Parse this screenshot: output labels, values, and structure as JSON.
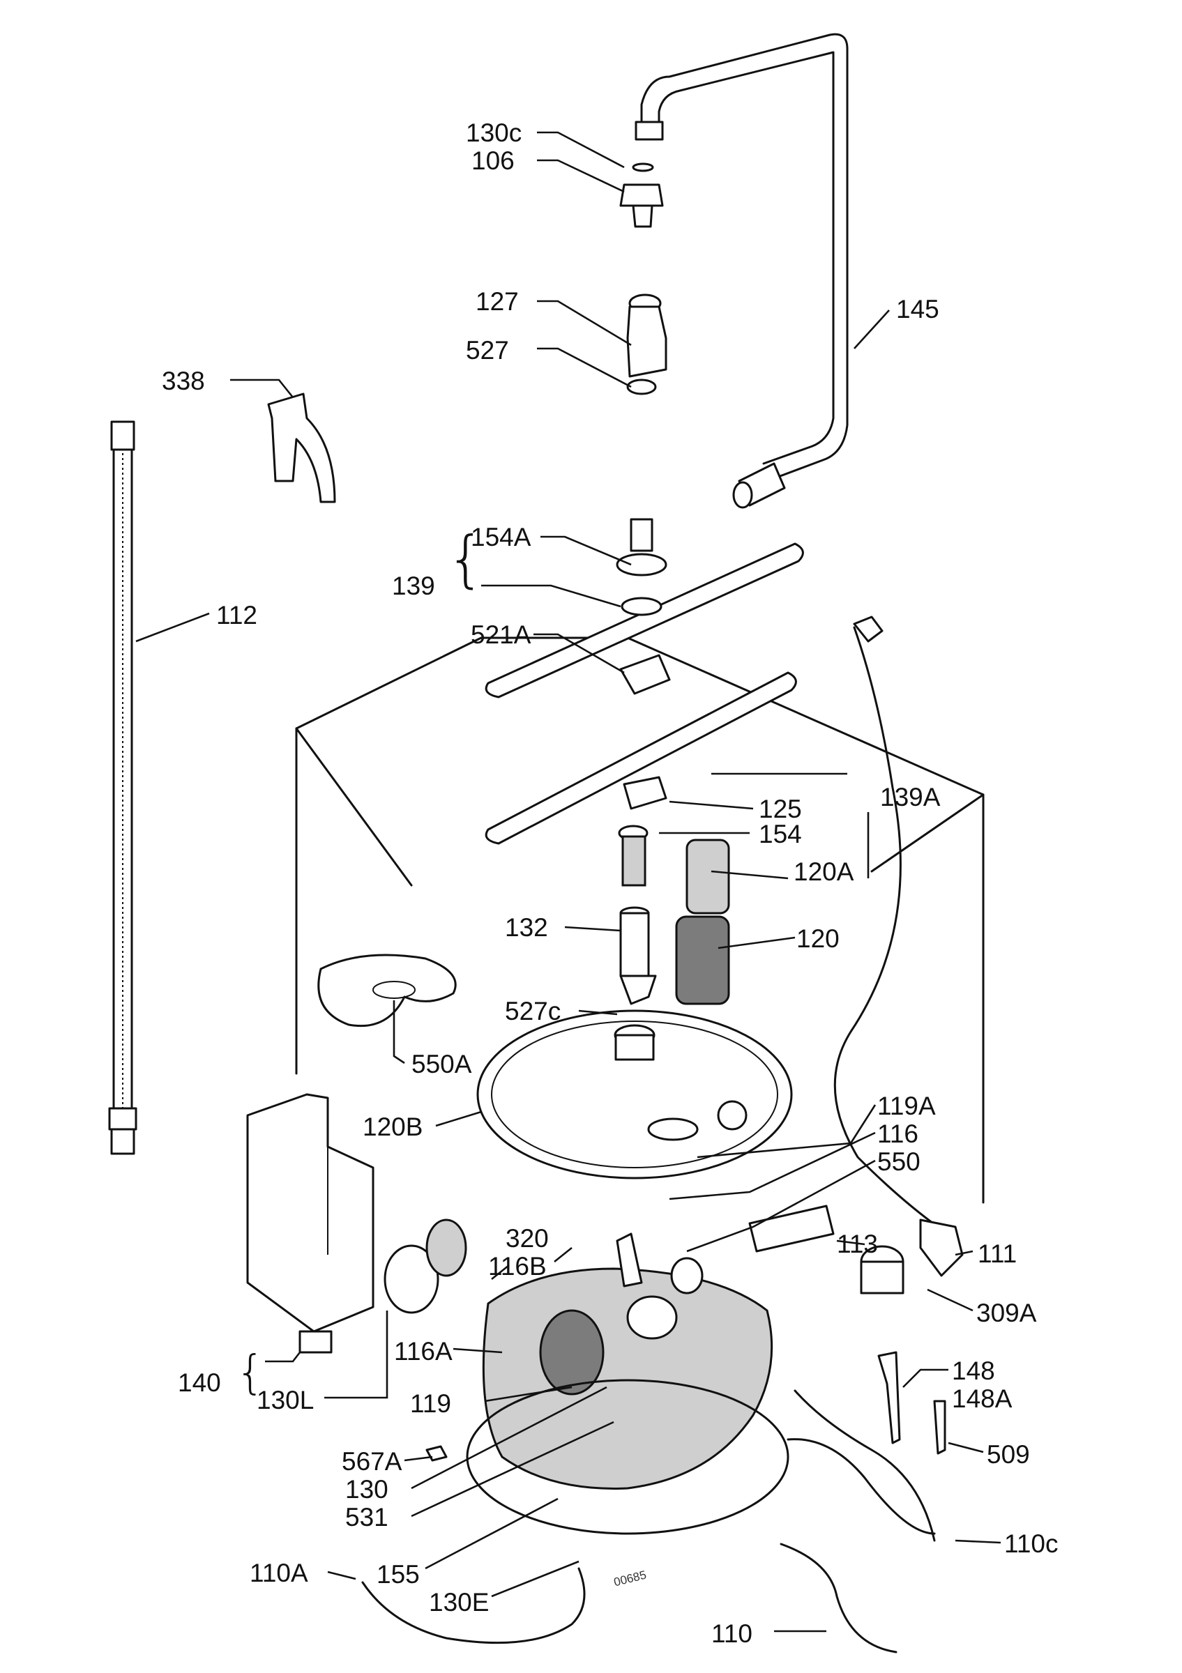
{
  "labels": {
    "l130c": "130c",
    "l106": "106",
    "l127": "127",
    "l527": "527",
    "l145": "145",
    "l338": "338",
    "l112": "112",
    "l154a": "154A",
    "l139": "139",
    "l521a": "521A",
    "l139a": "139A",
    "l125": "125",
    "l154": "154",
    "l120a": "120A",
    "l132": "132",
    "l120": "120",
    "l527c": "527c",
    "l550a": "550A",
    "l120b": "120B",
    "l119a": "119A",
    "l116": "116",
    "l550": "550",
    "l320": "320",
    "l116b": "116B",
    "l113": "113",
    "l111": "111",
    "l309a": "309A",
    "l116a": "116A",
    "l140": "140",
    "l130l": "130L",
    "l119": "119",
    "l148": "148",
    "l148a": "148A",
    "l509": "509",
    "l567a": "567A",
    "l130": "130",
    "l531": "531",
    "l110c": "110c",
    "l110a": "110A",
    "l155": "155",
    "l130e": "130E",
    "l110": "110"
  },
  "reference_code": "00685",
  "colors": {
    "ink": "#111111",
    "shading": "#cfcfcf",
    "paper": "#ffffff"
  }
}
